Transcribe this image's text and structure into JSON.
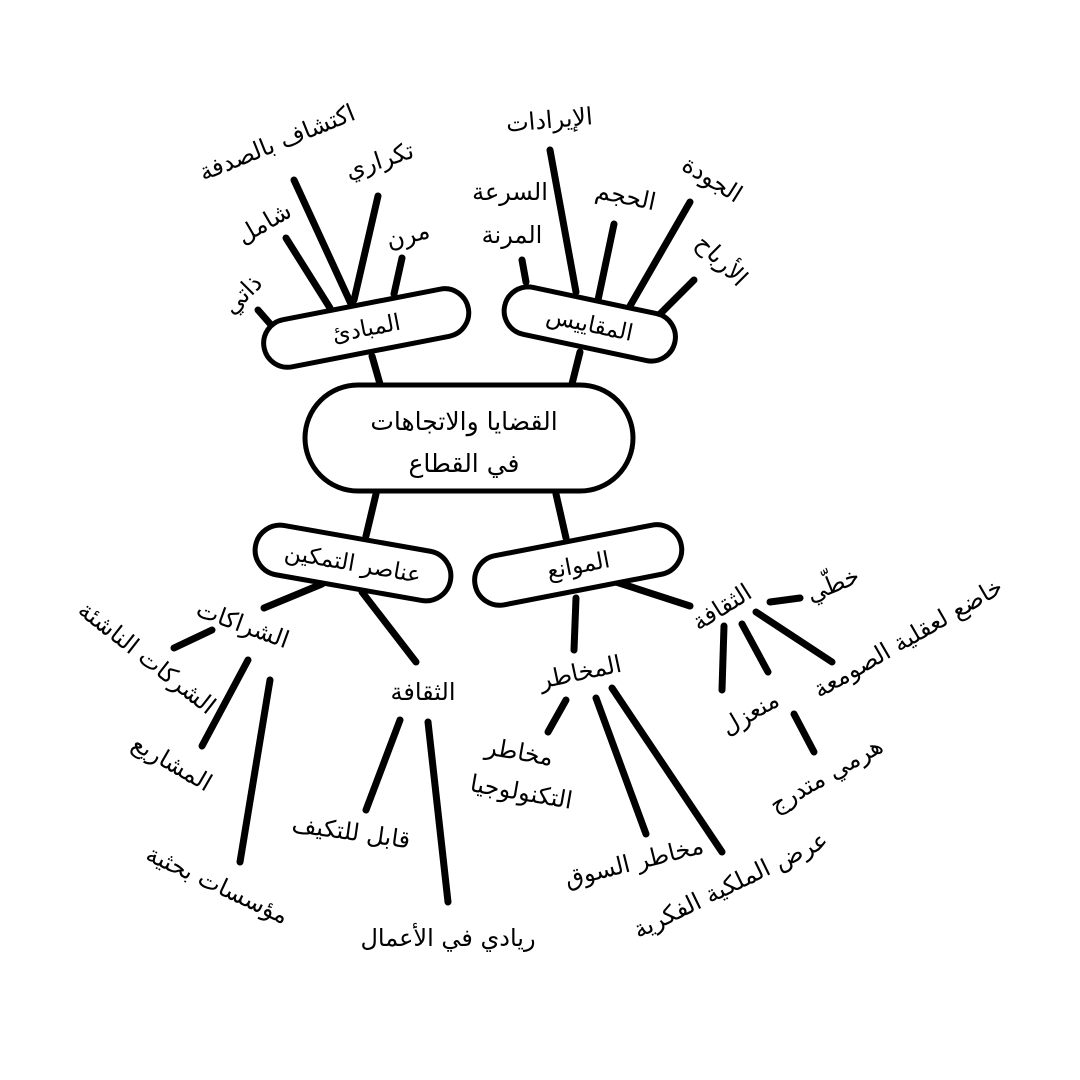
{
  "center": {
    "line1": "القضايا والاتجاهات",
    "line2": "في القطاع"
  },
  "principles": {
    "label": "المبادئ",
    "items": {
      "accidental": "اكتشاف بالصدفة",
      "iterative": "تكراري",
      "comprehensive": "شامل",
      "flexible": "مرن",
      "self": "ذاتي"
    }
  },
  "metrics": {
    "label": "المقاييس",
    "items": {
      "revenue": "الإيرادات",
      "speed": "السرعة",
      "flexible": "المرنة",
      "volume": "الحجم",
      "quality": "الجودة",
      "profits": "الأرباح"
    }
  },
  "enablers": {
    "label": "عناصر التمكين",
    "partnerships": {
      "label": "الشراكات",
      "items": {
        "startups": "الشركات الناشئة",
        "projects": "المشاريع",
        "research": "مؤسسات بحثية"
      }
    },
    "culture": {
      "label": "الثقافة",
      "items": {
        "adaptable": "قابل للتكيف",
        "entrepreneurial": "ريادي في الأعمال"
      }
    }
  },
  "barriers": {
    "label": "الموانع",
    "risks": {
      "label": "المخاطر",
      "items": {
        "tech_line1": "مخاطر",
        "tech_line2": "التكنولوجيا",
        "market": "مخاطر السوق",
        "ip": "عرض الملكية الفكرية"
      }
    },
    "culture": {
      "label": "الثقافة",
      "items": {
        "linear": "خطّي",
        "silo": "خاضع لعقلية الصومعة",
        "isolated": "منعزل",
        "hierarchical": "هرمي متدرج"
      }
    }
  }
}
